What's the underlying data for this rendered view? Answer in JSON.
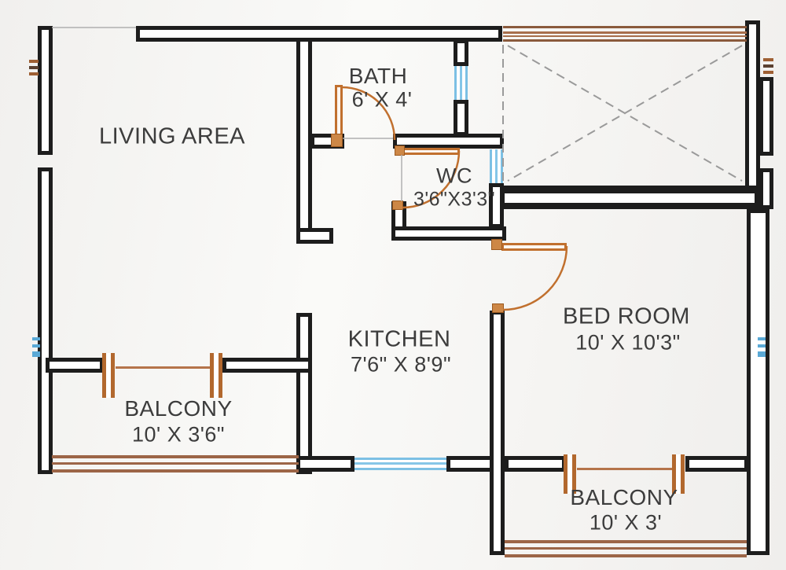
{
  "plan": {
    "type": "apartment-floor-plan",
    "rooms": [
      {
        "id": "living",
        "name": "LIVING AREA",
        "dims": ""
      },
      {
        "id": "bath",
        "name": "BATH",
        "dims": "6' X 4'"
      },
      {
        "id": "wc",
        "name": "WC",
        "dims": "3'6\"X3'3\""
      },
      {
        "id": "kitchen",
        "name": "KITCHEN",
        "dims": "7'6\" X 8'9\""
      },
      {
        "id": "bedroom",
        "name": "BED ROOM",
        "dims": "10' X 10'3\""
      },
      {
        "id": "balcony_left",
        "name": "BALCONY",
        "dims": "10' X 3'6\""
      },
      {
        "id": "balcony_right",
        "name": "BALCONY",
        "dims": "10' X 3'"
      }
    ],
    "symbols": [
      "wall",
      "door-swing",
      "window",
      "balcony-railing",
      "open-shaft-cross",
      "wall-break-mark"
    ],
    "colors": {
      "wall": "#1d1d1d",
      "door": "#c1702e",
      "railing": "#9c6547",
      "window": "#7cc0e4",
      "dashed_line": "#9a9a9a",
      "text": "#3c3c3c",
      "background": "#f4f3f1"
    }
  }
}
